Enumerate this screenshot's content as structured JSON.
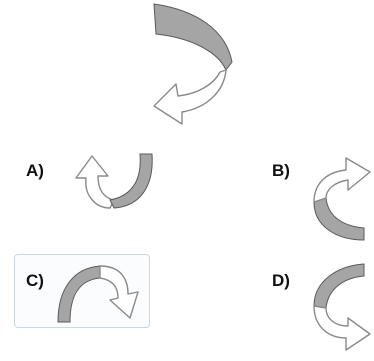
{
  "question": {
    "figure_name": "question-arrow",
    "colors": {
      "band": "#a5a5a5",
      "band_stroke": "#5a5a5a",
      "arrow_fill": "#ffffff",
      "arrow_stroke": "#8a8a8a",
      "highlight_border": "#cdd6e2"
    }
  },
  "options": [
    {
      "id": "A",
      "label": "A)",
      "selected": false
    },
    {
      "id": "B",
      "label": "B)",
      "selected": false
    },
    {
      "id": "C",
      "label": "C)",
      "selected": true
    },
    {
      "id": "D",
      "label": "D)",
      "selected": false
    }
  ]
}
